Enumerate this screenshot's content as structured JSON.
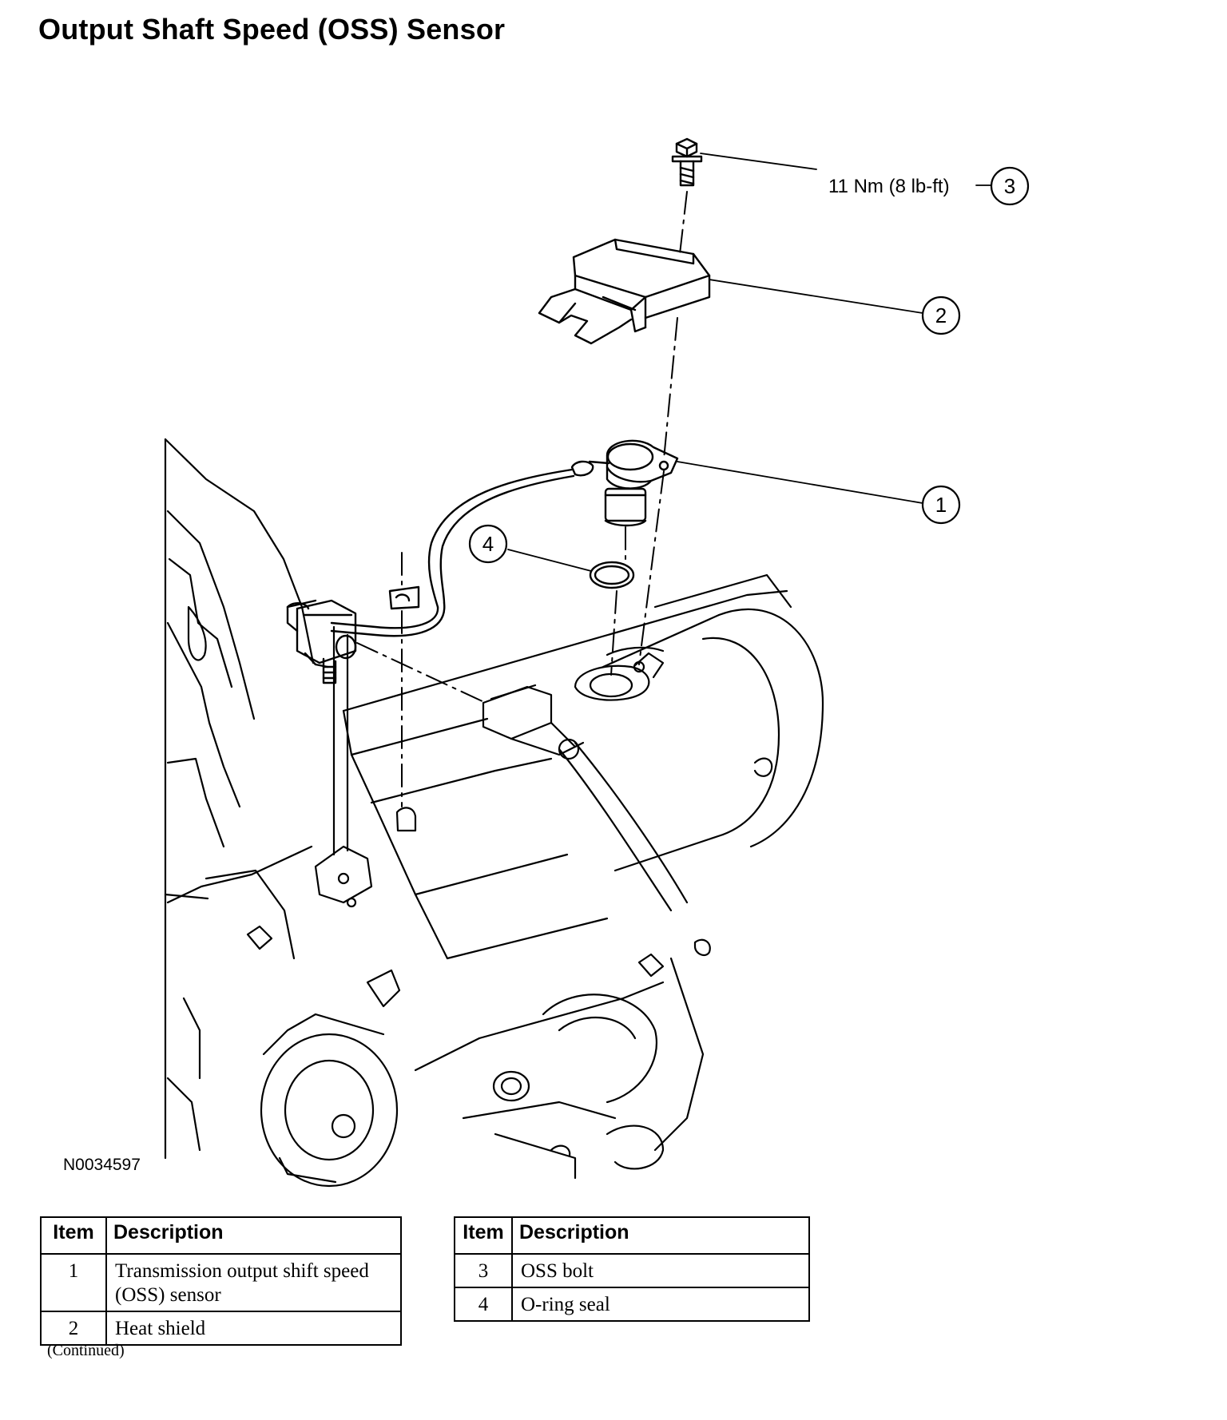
{
  "title": "Output Shaft Speed (OSS) Sensor",
  "figure_id": "N0034597",
  "callouts": [
    {
      "number": "3",
      "text": "11 Nm (8 lb-ft)"
    },
    {
      "number": "2"
    },
    {
      "number": "1"
    },
    {
      "number": "4"
    }
  ],
  "tables": [
    {
      "headers": {
        "item": "Item",
        "description": "Description"
      },
      "rows": [
        {
          "item": "1",
          "description": "Transmission output shift speed (OSS) sensor"
        },
        {
          "item": "2",
          "description": "Heat shield"
        }
      ]
    },
    {
      "headers": {
        "item": "Item",
        "description": "Description"
      },
      "rows": [
        {
          "item": "3",
          "description": "OSS bolt"
        },
        {
          "item": "4",
          "description": "O-ring seal"
        }
      ]
    }
  ],
  "continued_label": "(Continued)"
}
